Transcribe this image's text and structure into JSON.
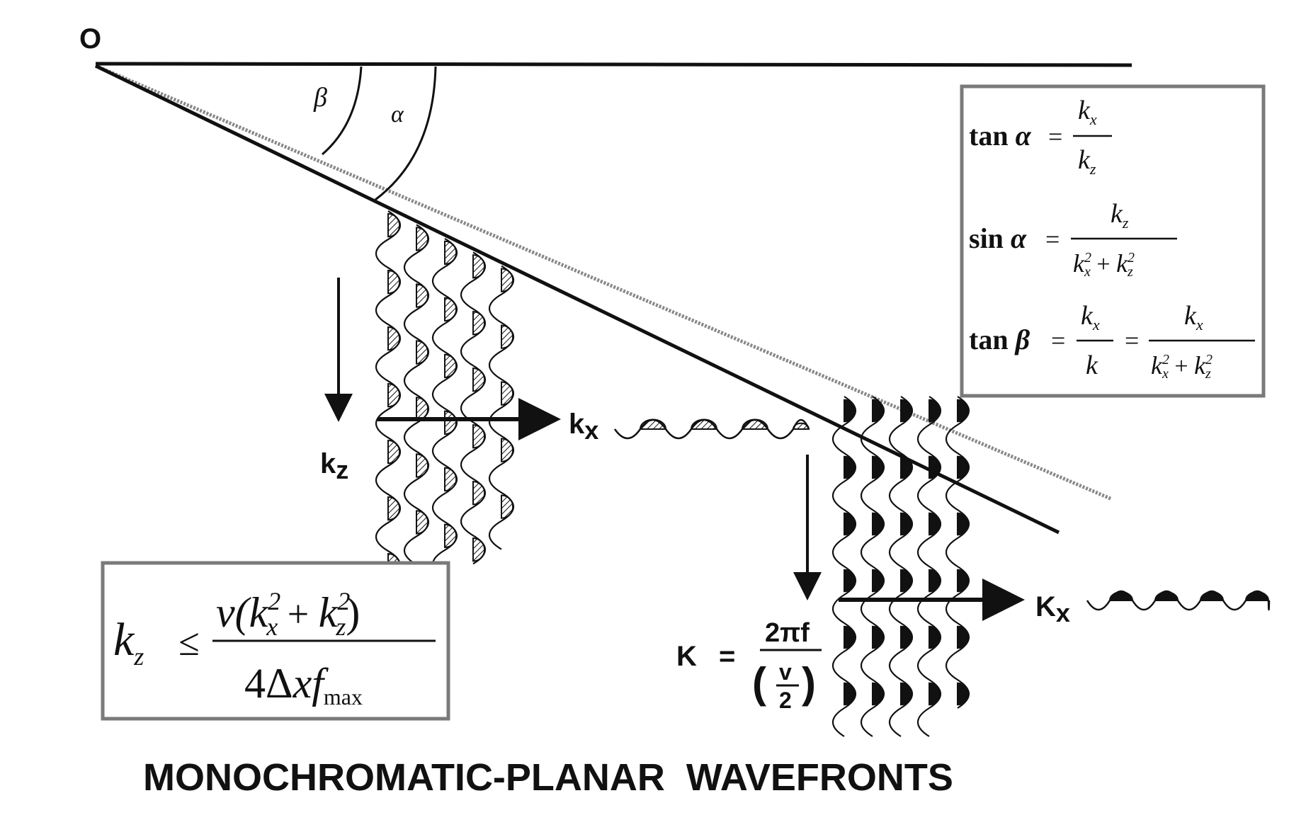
{
  "labels": {
    "origin": "O",
    "beta": "β",
    "alpha": "α",
    "kz_left": "kz",
    "kx_left": "kx",
    "kx_right": "Kx",
    "wavenumber_lhs": "K",
    "wavenumber_eq": "=",
    "wavenumber_num": "2πf",
    "wavenumber_den_v": "v",
    "wavenumber_den_2": "2",
    "title": "MONOCHROMATIC-PLANAR  WAVEFRONTS"
  },
  "formulas": {
    "tan_alpha": {
      "lhs": "tan α",
      "eq": "=",
      "num": "kx",
      "den": "kz"
    },
    "sin_alpha": {
      "lhs": "sin α",
      "eq": "=",
      "num": "kz",
      "den": "kx² + kz²"
    },
    "tan_beta": {
      "lhs": "tan β",
      "eq": "=",
      "num1": "kx",
      "den1": "k",
      "eq2": "=",
      "num2": "kx",
      "den2": "kx² + kz²"
    },
    "kz_limit": {
      "lhs": "kz",
      "rel": "≤",
      "num": "v(kx² + kz²)",
      "den": "4Δxfmax"
    }
  },
  "colors": {
    "ink": "#111111",
    "box_border": "#7a7a7a",
    "background": "#ffffff",
    "dotted_line": "#888888"
  }
}
